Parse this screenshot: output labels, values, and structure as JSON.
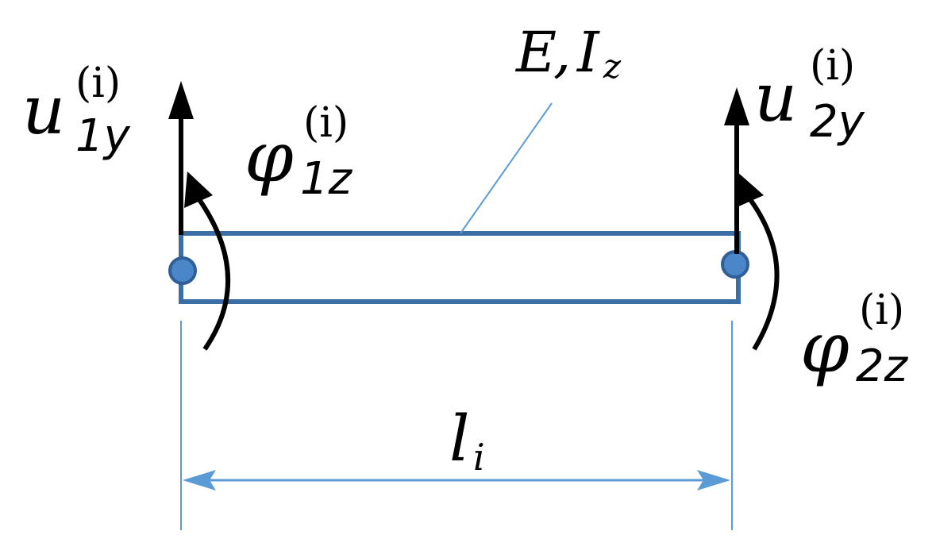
{
  "colors": {
    "beam": "#3a6ea5",
    "node_fill": "#4a86c8",
    "dimension": "#5b9bd5",
    "arrow": "#000000"
  },
  "labels": {
    "u1": {
      "base": "u",
      "sub": "1y",
      "sup": "(i)"
    },
    "u2": {
      "base": "u",
      "sub": "2y",
      "sup": "(i)"
    },
    "phi1": {
      "base": "φ",
      "sub": "1z",
      "sup": "(i)"
    },
    "phi2": {
      "base": "φ",
      "sub": "2z",
      "sup": "(i)"
    },
    "material": {
      "e": "E",
      "sep": ",",
      "i": "I",
      "i_sub": "z"
    },
    "length": {
      "base": "l",
      "sub": "i"
    }
  }
}
